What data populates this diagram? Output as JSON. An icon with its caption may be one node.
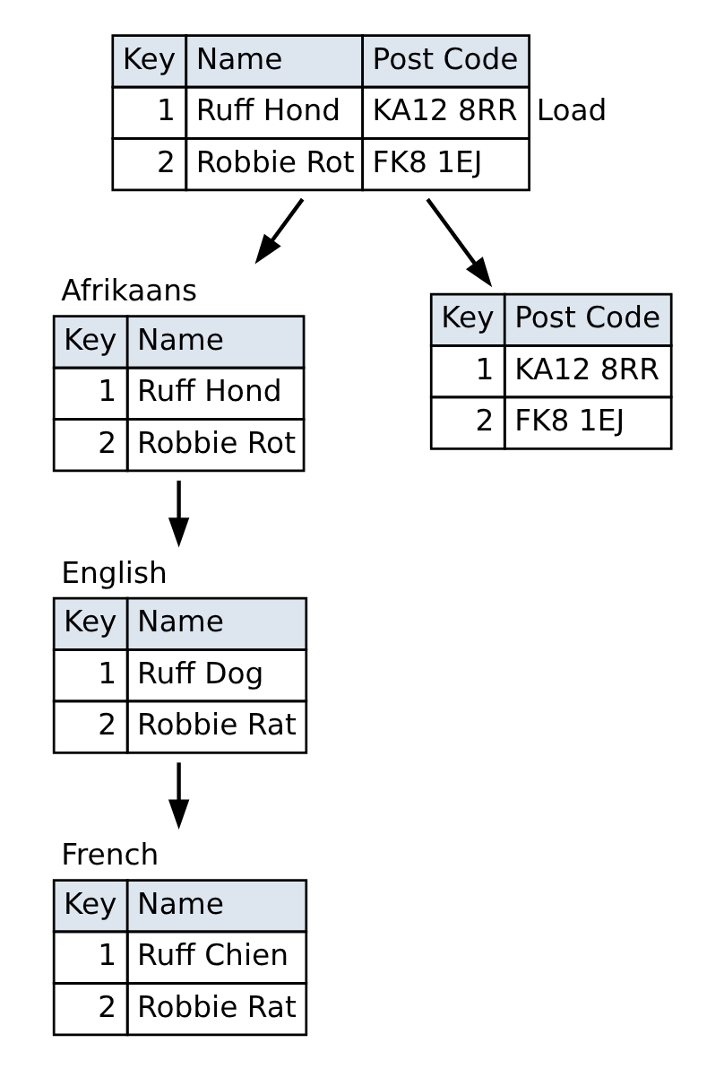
{
  "diagram": {
    "nodes": [
      {
        "text": [
          "Key",
          "Name",
          "Post Code",
          "1",
          "Ruff Hond",
          "KA12 8RR",
          "2",
          "Robbie Rot",
          "FK8 1EJ"
        ],
        "beside": [
          "Load"
        ]
      },
      {
        "text": [
          "Afrikaans",
          "Key",
          "Name",
          "1",
          "Ruff Hond",
          "2",
          "Robbie Rot"
        ]
      },
      {
        "text": [
          "Key",
          "Post Code",
          "1",
          "KA12 8RR",
          "2",
          "FK8 1EJ"
        ]
      },
      {
        "text": [
          "English",
          "Key",
          "Name",
          "1",
          "Ruff Dog",
          "2",
          "Robbie Rat"
        ]
      },
      {
        "text": [
          "French",
          "Key",
          "Name",
          "1",
          "Ruff Chien",
          "2",
          "Robbie Rat"
        ]
      }
    ],
    "edges": [
      {
        "from": 0,
        "to": 1,
        "arrow": "to"
      },
      {
        "from": 0,
        "to": 2,
        "arrow": "to"
      },
      {
        "from": 1,
        "to": 3,
        "arrow": "to"
      },
      {
        "from": 3,
        "to": 4,
        "arrow": "to"
      }
    ]
  }
}
